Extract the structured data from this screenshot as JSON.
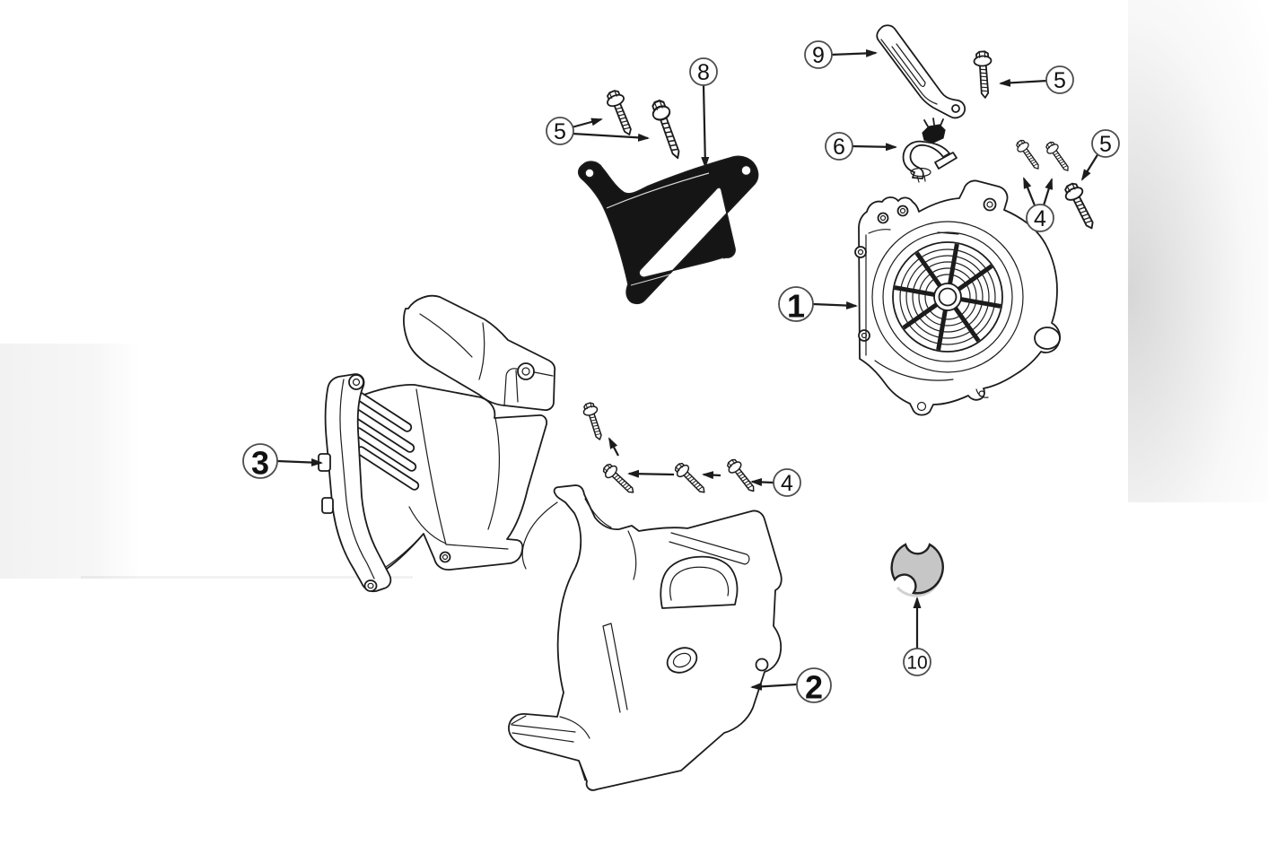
{
  "diagram": {
    "background_color": "#ffffff",
    "line_color": "#1c1c1c",
    "colors": {
      "cap_fill": "#c6c6c6",
      "bracket_fill": "#151515",
      "callout_stroke": "#4d4d4d",
      "callout_fill": "#ffffff",
      "number_color": "#111111"
    },
    "callouts": [
      {
        "label": "9"
      },
      {
        "label": "5"
      },
      {
        "label": "6"
      },
      {
        "label": "5"
      },
      {
        "label": "4"
      },
      {
        "label": "8"
      },
      {
        "label": "5"
      },
      {
        "label": "1"
      },
      {
        "label": "3"
      },
      {
        "label": "4"
      },
      {
        "label": "2"
      },
      {
        "label": "10"
      }
    ]
  }
}
